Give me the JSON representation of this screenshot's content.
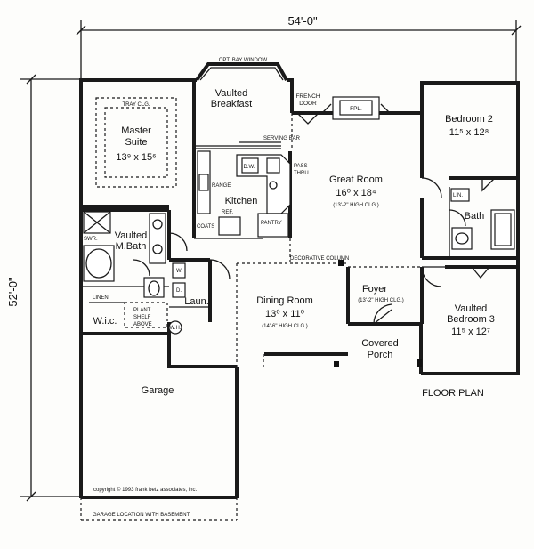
{
  "dimensions": {
    "width": "54'-0\"",
    "depth": "52'-0\""
  },
  "rooms": {
    "vaulted_breakfast": [
      "Vaulted",
      "Breakfast"
    ],
    "master_suite": [
      "Master",
      "Suite",
      "13⁹ x 15⁶"
    ],
    "great_room": [
      "Great Room",
      "16⁰ x 18⁴",
      "(13'-2\" HIGH CLG.)"
    ],
    "bedroom2": [
      "Bedroom 2",
      "11⁵ x 12⁸"
    ],
    "kitchen": "Kitchen",
    "vaulted_mbath": [
      "Vaulted",
      "M.Bath"
    ],
    "bath": "Bath",
    "dining_room": [
      "Dining Room",
      "13⁰ x 11⁰",
      "(14'-6\" HIGH CLG.)"
    ],
    "foyer": [
      "Foyer",
      "(13'-2\" HIGH CLG.)"
    ],
    "vaulted_bedroom3": [
      "Vaulted",
      "Bedroom 3",
      "11⁵ x 12⁷"
    ],
    "covered_porch": [
      "Covered",
      "Porch"
    ],
    "garage": "Garage",
    "laundry": "Laun.",
    "wic": "W.i.c."
  },
  "labels": {
    "opt_bay_window": "OPT. BAY WINDOW",
    "tray_clg": "TRAY CLG.",
    "french_door": [
      "FRENCH",
      "DOOR"
    ],
    "fpl": "FPL.",
    "serving_bar": "SERVING BAR",
    "pass_thru": [
      "PASS-",
      "THRU"
    ],
    "dw": "D.W.",
    "range": "RANGE",
    "ref": "REF.",
    "coats": "COATS",
    "pantry": "PANTRY",
    "swr": "SWR.",
    "linen": "LINEN",
    "lin": "LIN.",
    "plant_shelf": [
      "PLANT",
      "SHELF",
      "ABOVE"
    ],
    "w": "W.",
    "d": "D.",
    "wh": "W.H.",
    "decorative_column": "DECORATIVE COLUMN",
    "floor_plan": "FLOOR PLAN",
    "copyright": "copyright © 1993 frank betz associates, inc.",
    "garage_location": "GARAGE LOCATION WITH BASEMENT"
  }
}
